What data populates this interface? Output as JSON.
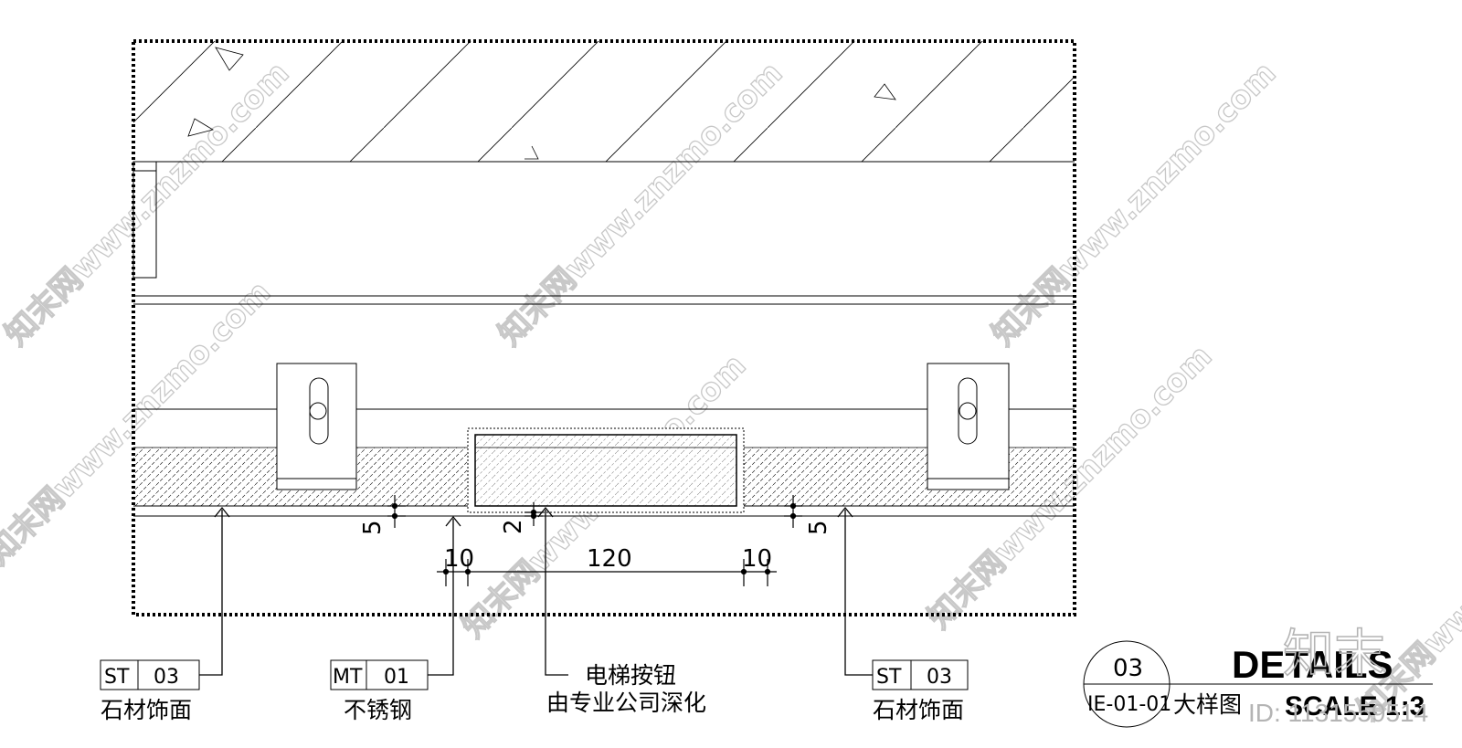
{
  "dimensions": {
    "left_gap": "5",
    "mid_gap": "2",
    "right_gap": "5",
    "left_edge": "10",
    "button_width": "120",
    "right_edge": "10"
  },
  "callouts": {
    "left_stone": {
      "code": "ST",
      "num": "03",
      "label": "石材饰面"
    },
    "steel": {
      "code": "MT",
      "num": "01",
      "label": "不锈钢"
    },
    "button": {
      "line1": "电梯按钮",
      "line2": "由专业公司深化"
    },
    "right_stone": {
      "code": "ST",
      "num": "03",
      "label": "石材饰面"
    }
  },
  "title_block": {
    "number": "03",
    "sheet": "IE-01-01",
    "title_en": "DETAILS",
    "title_cn": "大样图",
    "scale": "SCALE  1:3"
  },
  "watermark": {
    "text": "知末网www.znzmo.com",
    "logo": "知末",
    "id": "ID: 1131559514"
  },
  "colors": {
    "line": "#000000",
    "watermark": "#c8c8c8"
  }
}
